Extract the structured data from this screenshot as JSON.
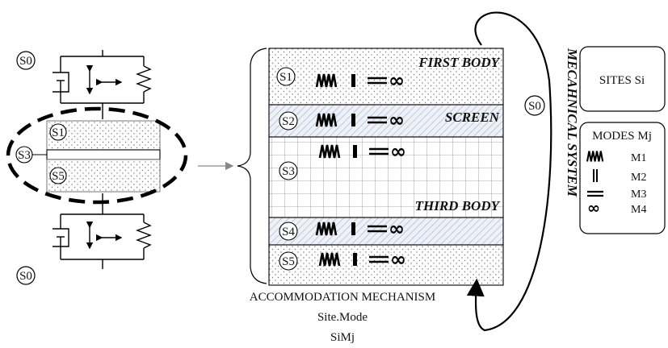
{
  "left_model": {
    "top_site": "S0",
    "bottom_site": "S0",
    "inner_sites": [
      "S1",
      "S3",
      "S5"
    ]
  },
  "layers": [
    {
      "site": "S1",
      "title": "FIRST BODY",
      "modes": [
        "M1",
        "M2",
        "M3",
        "M4"
      ]
    },
    {
      "site": "S2",
      "title": "SCREEN",
      "modes": [
        "M1",
        "M2",
        "M3",
        "M4"
      ]
    },
    {
      "site": "S3",
      "title": "THIRD BODY",
      "modes": [
        "M1",
        "M2",
        "M3",
        "M4"
      ]
    },
    {
      "site": "S4",
      "title": "",
      "modes": [
        "M1",
        "M2",
        "M3",
        "M4"
      ]
    },
    {
      "site": "S5",
      "title": "",
      "modes": [
        "M1",
        "M2",
        "M3",
        "M4"
      ]
    }
  ],
  "outer_site": "S0",
  "system_label": "MECAHNICAL SYSTEM",
  "caption": {
    "line1": "ACCOMMODATION MECHANISM",
    "line2": "Site.Mode",
    "line3": "SiMj"
  },
  "legend": {
    "sites_title": "SITES Si",
    "modes_title": "MODES Mj",
    "modes": [
      "M1",
      "M2",
      "M3",
      "M4"
    ]
  }
}
